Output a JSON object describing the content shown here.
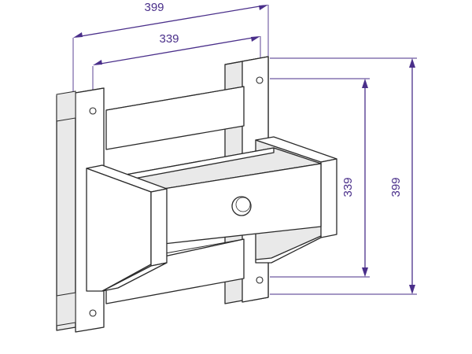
{
  "dimensions": {
    "overall_width": "399",
    "inner_width": "339",
    "inner_height": "339",
    "overall_height": "399"
  },
  "colors": {
    "dimension": "#4a2f8a",
    "outline": "#2a2a2a"
  }
}
